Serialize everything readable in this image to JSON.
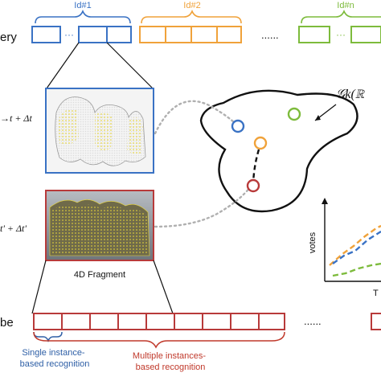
{
  "colors": {
    "blue": "#3a72c4",
    "orange": "#f0a23a",
    "green": "#7dbb3c",
    "red": "#b83a3a",
    "red_text": "#c0392b",
    "blue_text": "#2e5fa6",
    "black": "#111111",
    "gray": "#b0b0b0",
    "mesh_bg": "#9aa0a6",
    "mesh_point": "#e8d63a"
  },
  "gallery": {
    "label": "ery",
    "groups": [
      {
        "id": "Id#1",
        "color": "blue"
      },
      {
        "id": "Id#2",
        "color": "orange"
      },
      {
        "id": "Id#n",
        "color": "green"
      }
    ],
    "ellipsis": "......",
    "inner_dots": "···"
  },
  "fragments": {
    "top_time_label": "→t + Δt",
    "bottom_time_label": "t' + Δt'",
    "caption": "4D Fragment"
  },
  "manifold": {
    "label": "𝒢k(ℝ"
  },
  "votes_chart": {
    "ylabel": "votes",
    "xlabel_partial": "T"
  },
  "probe": {
    "label": "be",
    "ellipsis": "......",
    "single_label": "Single instance-\nbased recognition",
    "multiple_label": "Multiple instances-\nbased recognition"
  }
}
